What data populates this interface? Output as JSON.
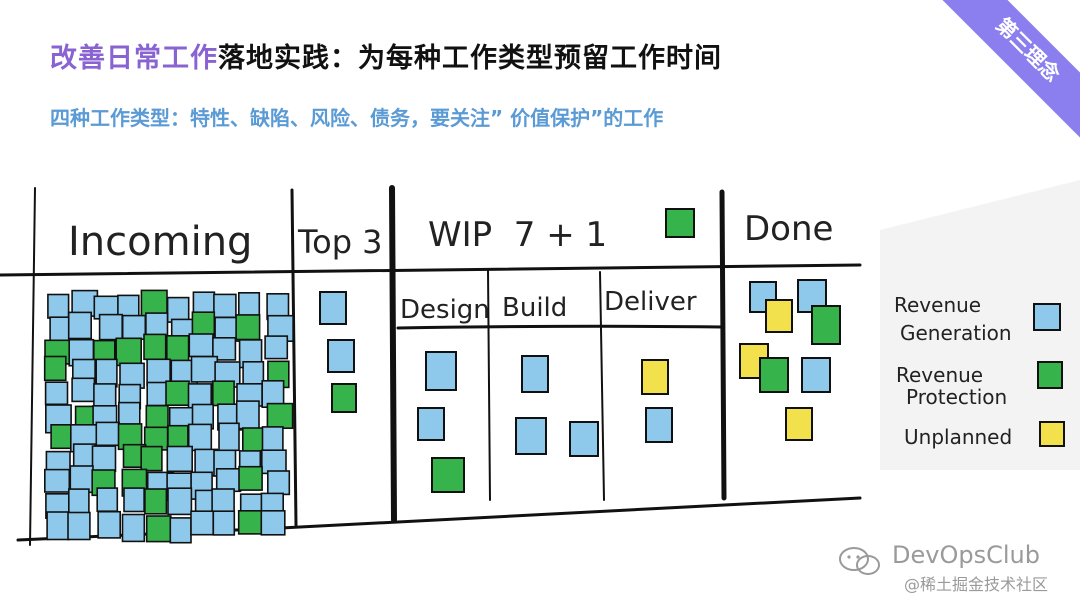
{
  "slide": {
    "title_highlight": "改善日常工作",
    "title_rest": "落地实践：为每种工作类型预留工作时间",
    "subtitle": "四种工作类型：特性、缺陷、风险、债务，要关注” 价值保护”的工作",
    "corner_ribbon": "第三理念"
  },
  "board": {
    "columns": {
      "incoming": "Incoming",
      "top3": "Top 3",
      "wip": "WIP  7 + 1",
      "done": "Done"
    },
    "wip_subcolumns": [
      "Design",
      "Build",
      "Deliver"
    ]
  },
  "legend": [
    {
      "label_line1": "Revenue",
      "label_line2": "Generation",
      "color": "#8ec9ec"
    },
    {
      "label_line1": "Revenue",
      "label_line2": "Protection",
      "color": "#36b34a"
    },
    {
      "label_line1": "Unplanned",
      "label_line2": "",
      "color": "#f2e14c"
    }
  ],
  "colors": {
    "accent_purple": "#8a63d2",
    "subtitle_blue": "#5b9bd5",
    "ribbon": "#8b7ff0",
    "card_blue": "#8ec9ec",
    "card_green": "#36b34a",
    "card_yellow": "#f2e14c"
  },
  "watermark": {
    "brand": "DevOpsClub",
    "sub": "@稀土掘金技术社区"
  }
}
